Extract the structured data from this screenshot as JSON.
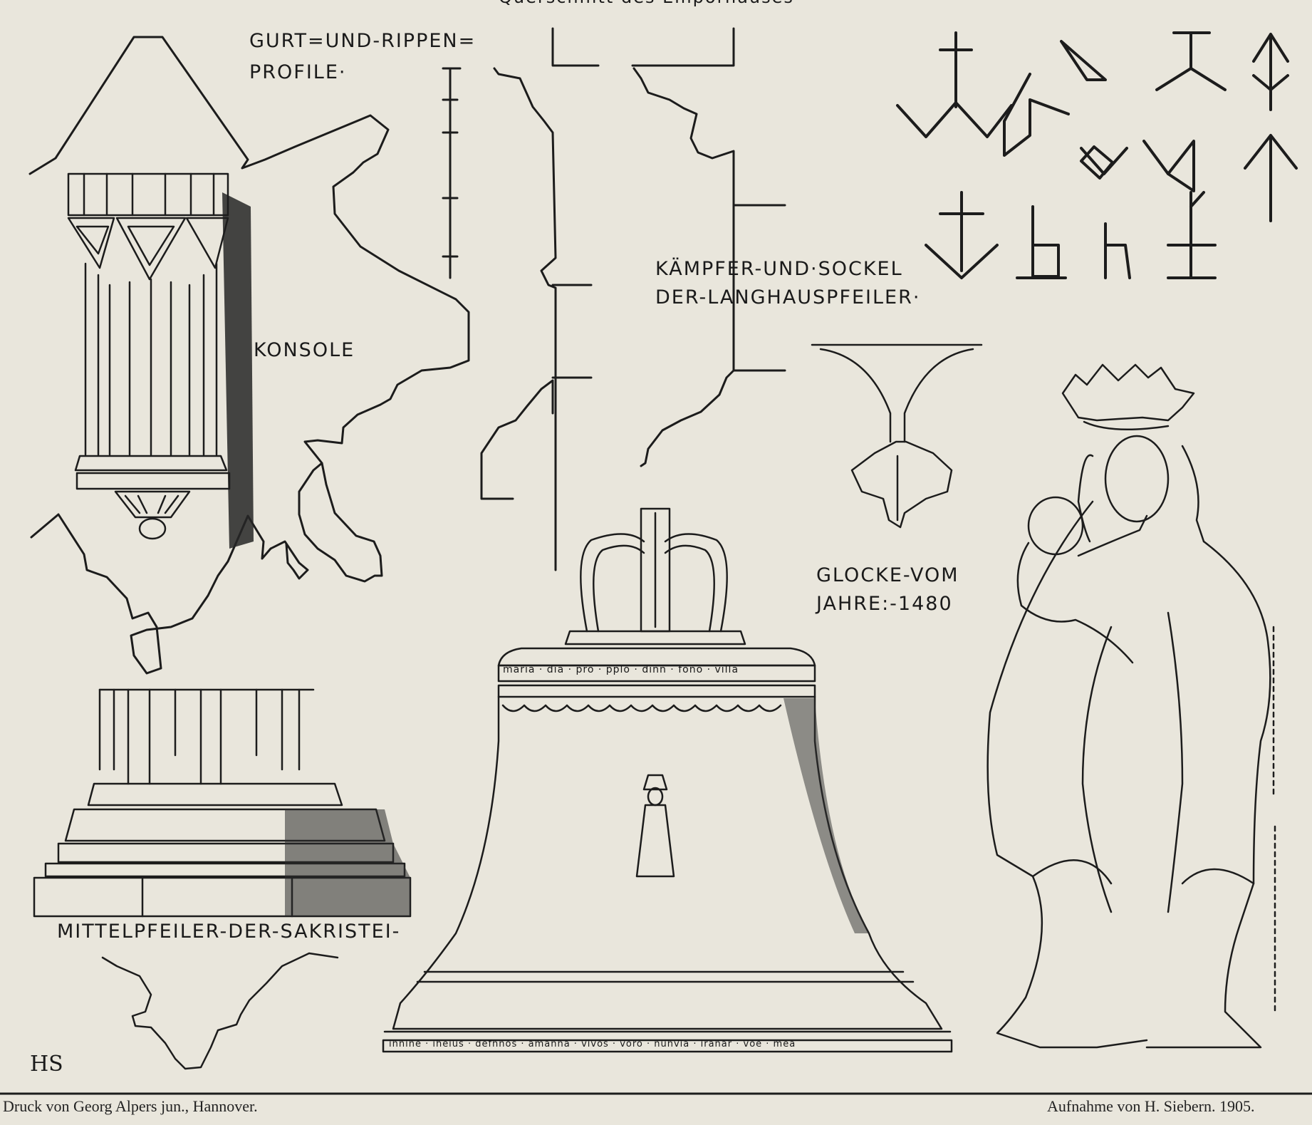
{
  "plate": {
    "top_caption": "Querschnitt des Emporhauses",
    "labels": {
      "gurt_rippen": [
        "GURT=UND-RIPPEN=",
        "PROFILE·"
      ],
      "konsole": "KONSOLE",
      "kaempfer_sockel": [
        "KÄMPFER-UND·SOCKEL",
        "DER-LANGHAUSPFEILER·"
      ],
      "glocke": [
        "GLOCKE-VOM",
        "JAHRE:-1480"
      ],
      "mittelpfeiler": "MITTELPFEILER-DER-SAKRISTEI-"
    },
    "bell_inscription_top": "maria · dia · pro · pplo · dinn · fono · villa",
    "bell_inscription_bottom": "innine · iheius · defnnos · amanna · vivos · voro · nunvia · iranar · voe · mea",
    "monogram": "HS",
    "footer_left": "Druck von Georg Alpers jun., Hannover.",
    "footer_right": "Aufnahme von H. Siebern. 1905."
  }
}
